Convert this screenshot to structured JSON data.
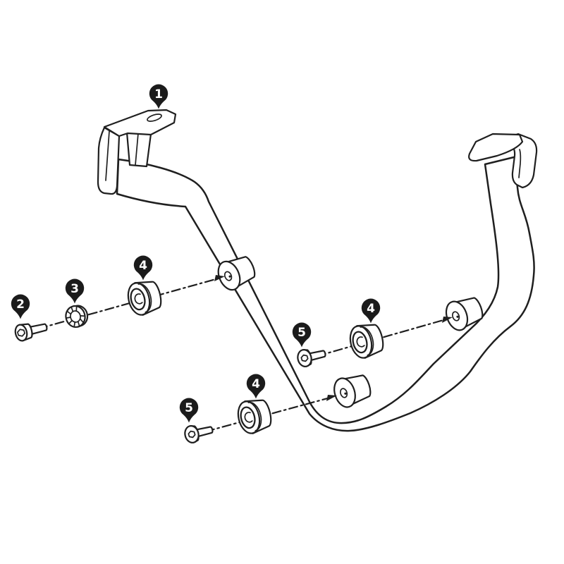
{
  "diagram": {
    "kind": "exploded-assembly-parts-diagram",
    "colors": {
      "background": "#ffffff",
      "line": "#1f1f1f",
      "callout_fill": "#1b1b1b",
      "callout_text": "#ffffff"
    },
    "parts": [
      {
        "number": "1",
        "shape": "crash-bar-with-mounting-bracket"
      },
      {
        "number": "2",
        "shape": "socket-head-bolt"
      },
      {
        "number": "3",
        "shape": "serrated-lock-washer"
      },
      {
        "number": "4",
        "shape": "spacer-bushing"
      },
      {
        "number": "5",
        "shape": "countersunk-socket-bolt"
      }
    ],
    "callouts": {
      "c1": {
        "label": "1"
      },
      "c2": {
        "label": "2"
      },
      "c3": {
        "label": "3"
      },
      "c4a": {
        "label": "4"
      },
      "c4b": {
        "label": "4"
      },
      "c4c": {
        "label": "4"
      },
      "c5a": {
        "label": "5"
      },
      "c5b": {
        "label": "5"
      }
    }
  }
}
